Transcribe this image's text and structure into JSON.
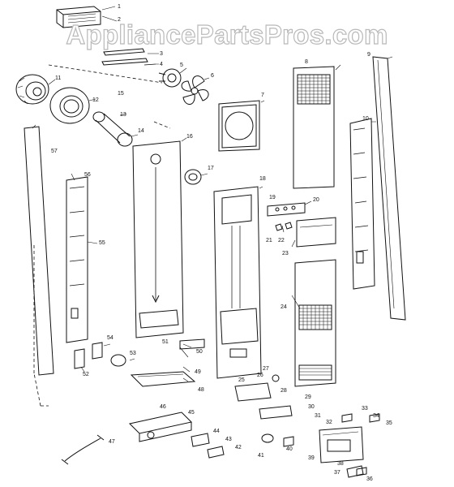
{
  "watermark": "AppliancePartsPros.com",
  "labels": [
    "1",
    "2",
    "3",
    "4",
    "5",
    "6",
    "7",
    "8",
    "9",
    "10",
    "11",
    "12",
    "13",
    "14",
    "15",
    "16",
    "17",
    "18",
    "19",
    "20",
    "21",
    "22",
    "23",
    "24",
    "25",
    "26",
    "27",
    "28",
    "29",
    "30",
    "31",
    "32",
    "33",
    "34",
    "35",
    "36",
    "37",
    "38",
    "39",
    "40",
    "41",
    "42",
    "43",
    "44",
    "45",
    "46",
    "47",
    "48",
    "49",
    "50",
    "51",
    "52",
    "53",
    "54",
    "55",
    "56",
    "57"
  ]
}
